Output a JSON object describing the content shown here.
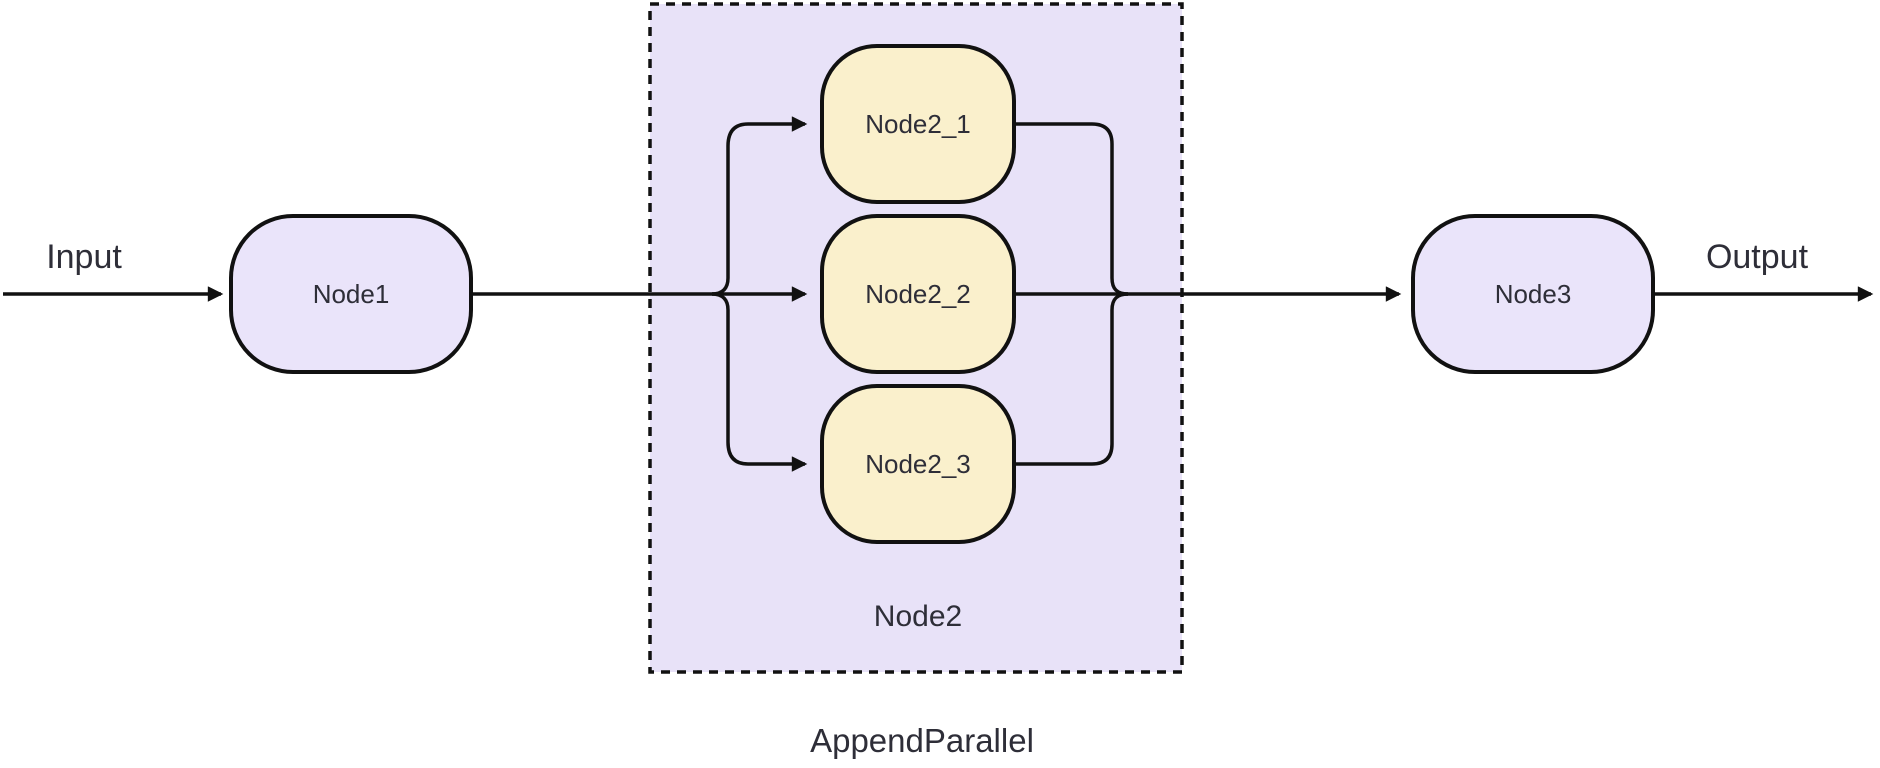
{
  "diagram": {
    "io": {
      "input_label": "Input",
      "output_label": "Output"
    },
    "nodes": {
      "node1": {
        "label": "Node1"
      },
      "node3": {
        "label": "Node3"
      }
    },
    "group": {
      "label": "Node2",
      "caption": "AppendParallel",
      "children": [
        {
          "label": "Node2_1"
        },
        {
          "label": "Node2_2"
        },
        {
          "label": "Node2_3"
        }
      ]
    },
    "edges": [
      {
        "from": "Input",
        "to": "Node1"
      },
      {
        "from": "Node1",
        "to": "Node2_1"
      },
      {
        "from": "Node1",
        "to": "Node2_2"
      },
      {
        "from": "Node1",
        "to": "Node2_3"
      },
      {
        "from": "Node2_1",
        "to": "Node3"
      },
      {
        "from": "Node2_2",
        "to": "Node3"
      },
      {
        "from": "Node2_3",
        "to": "Node3"
      },
      {
        "from": "Node3",
        "to": "Output"
      }
    ],
    "colors": {
      "stroke": "#111111",
      "text": "#2E2E38",
      "node_fill": "#EAE4FA",
      "group_fill": "#E8E2F8",
      "child_fill": "#FAF0CC"
    }
  }
}
